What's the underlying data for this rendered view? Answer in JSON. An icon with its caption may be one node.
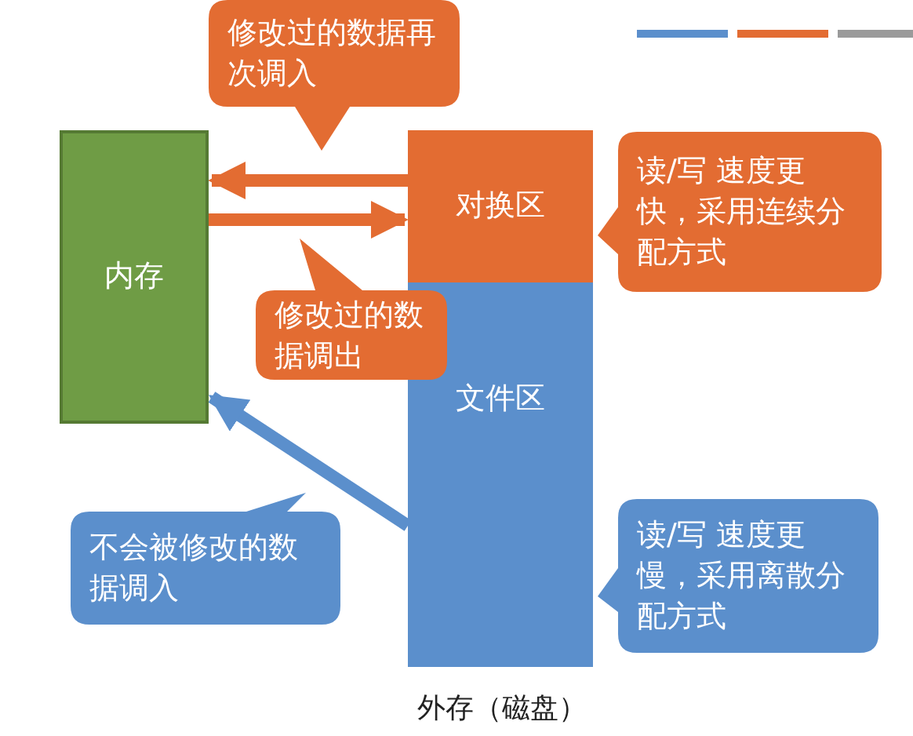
{
  "diagram": {
    "nodes": [
      {
        "text": [
          "内存"
        ]
      },
      {
        "text": [
          "对换区"
        ]
      },
      {
        "text": [
          "文件区"
        ]
      },
      {
        "text": [
          "修改过的数据再次调入"
        ]
      },
      {
        "text": [
          "修改过的数据调出"
        ]
      },
      {
        "text": [
          "读/写 速度更快，采用连续分配方式"
        ]
      },
      {
        "text": [
          "不会被修改的数据调入"
        ]
      },
      {
        "text": [
          "读/写 速度更慢，采用离散分配方式"
        ]
      }
    ],
    "edges": [
      {
        "from": 1,
        "to": 0,
        "arrow": "to"
      },
      {
        "from": 0,
        "to": 1,
        "arrow": "to"
      },
      {
        "from": 2,
        "to": 0,
        "arrow": "to",
        "color": "#5b8fcc"
      }
    ],
    "labels": [
      "外存（磁盘）"
    ]
  }
}
